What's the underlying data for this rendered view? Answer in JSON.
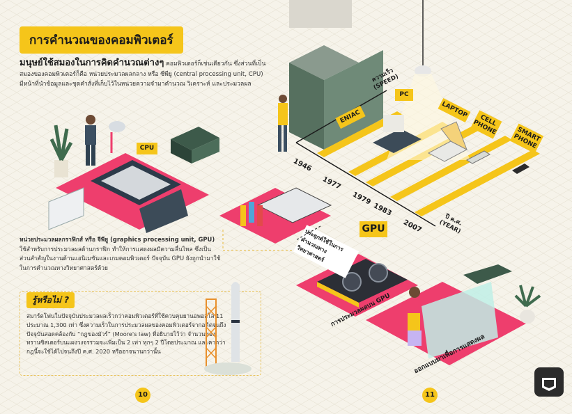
{
  "title": "การคำนวณของคอมพิวเตอร์",
  "intro": {
    "headline": "มนุษย์ใช้สมองในการคิดคำนวณต่างๆ",
    "text": "คอมพิวเตอร์ก็เช่นเดียวกัน ซึ่งส่วนที่เป็นสมองของคอมพิวเตอร์ก็คือ หน่วยประมวลผลกลาง หรือ ซีพียู (central processing unit, CPU) มีหน้าที่นำข้อมูลและชุดคำสั่งที่เก็บไว้ในหน่วยความจำมาคำนวณ วิเคราะห์ และประมวลผล"
  },
  "gpu_section": {
    "heading": "หน่วยประมวลผลกราฟิกส์ หรือ จีพียู (graphics processing unit, GPU)",
    "text": "ใช้สำหรับการประมวลผลด้านกราฟิก ทำให้การแสดงผลมีความลื่นไหล ซึ่งเป็นส่วนสำคัญในงานด้านแอนิเมชันและเกมคอมพิวเตอร์ ปัจจุบัน GPU ยังถูกนำมาใช้ในการคำนวณทางวิทยาศาสตร์ด้วย"
  },
  "did_you_know": {
    "title": "รู้หรือไม่ ?",
    "text": "สมาร์ตโฟนในปัจจุบันประมวลผลเร็วกว่าคอมพิวเตอร์ที่ใช้ควบคุมยานอพอลโล 11 ประมาณ 1,300 เท่า ซึ่งความเร็วในการประมวลผลของคอมพิวเตอร์จากอดีตจนถึงปัจจุบันสอดคล้องกับ “กฎของมัวร์” (Moore's law) ที่อธิบายไว้ว่า จำนวนของทรานซิสเตอร์บนแผงวงจรรวมจะเพิ่มเป็น 2 เท่า ทุกๆ 2 ปีโดยประมาณ และคาดว่ากฎนี้จะใช้ได้ไปจนถึงปี ค.ศ. 2020 หรืออาจนานกว่านั้น"
  },
  "labels": {
    "cpu": "CPU",
    "gpu": "GPU",
    "gpu_processing": "การประมวลผลบน GPU",
    "science_apps": "ประยุกต์ใช้ในการคำนวณทางวิทยาศาสตร์",
    "display": "ออกแบบมาเพื่อการแสดงผล",
    "speed_axis": "ความเร็ว (SPEED)",
    "year_axis": "ปี ค.ศ. (YEAR)"
  },
  "timeline": [
    {
      "year": "1946",
      "device": "ENIAC"
    },
    {
      "year": "1977",
      "device": "PC"
    },
    {
      "year": "1979",
      "device": "LAPTOP"
    },
    {
      "year": "1983",
      "device": "CELL PHONE"
    },
    {
      "year": "2007",
      "device": "SMART PHONE"
    }
  ],
  "pages": {
    "left": "10",
    "right": "11"
  },
  "colors": {
    "accent": "#f5c51a",
    "pink": "#ee3e6d",
    "dark_green": "#56705f",
    "navy": "#1f3346"
  }
}
